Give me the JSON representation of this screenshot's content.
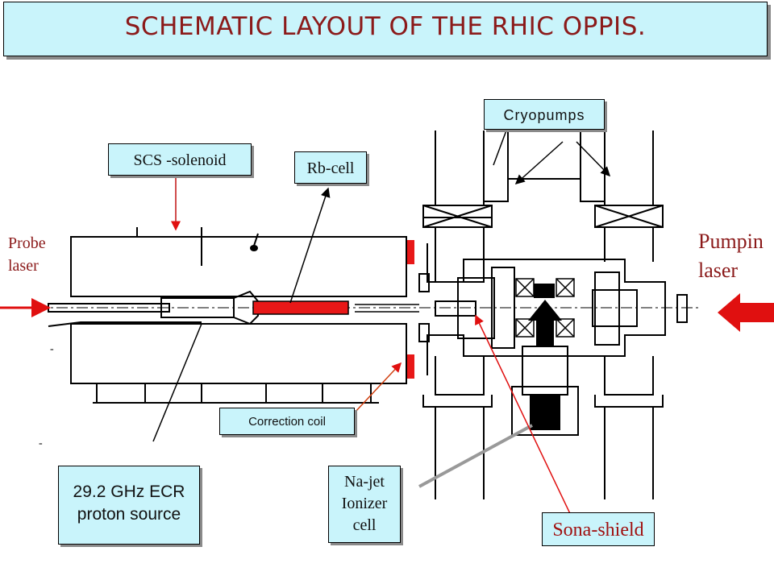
{
  "title": "SCHEMATIC LAYOUT OF THE RHIC OPPIS.",
  "labels": {
    "cryopumps": "Cryopumps",
    "scs_solenoid": "SCS -solenoid",
    "rb_cell": "Rb-cell",
    "probe_laser_line1": "Probe",
    "probe_laser_line2": "laser",
    "pumping_laser_line1": "Pumpin",
    "pumping_laser_line2": "laser",
    "correction_coil": "Correction coil",
    "ecr_source_line1": "29.2 GHz ECR",
    "ecr_source_line2": "proton source",
    "na_jet_line1": "Na-jet",
    "na_jet_line2": "Ionizer",
    "na_jet_line3": "cell",
    "sona_shield": "Sona-shield"
  },
  "colors": {
    "title_text": "#8b1a1a",
    "label_fill": "#c9f4fb",
    "arrow_red": "#e01010",
    "rb_cell_fill": "#e81818"
  }
}
